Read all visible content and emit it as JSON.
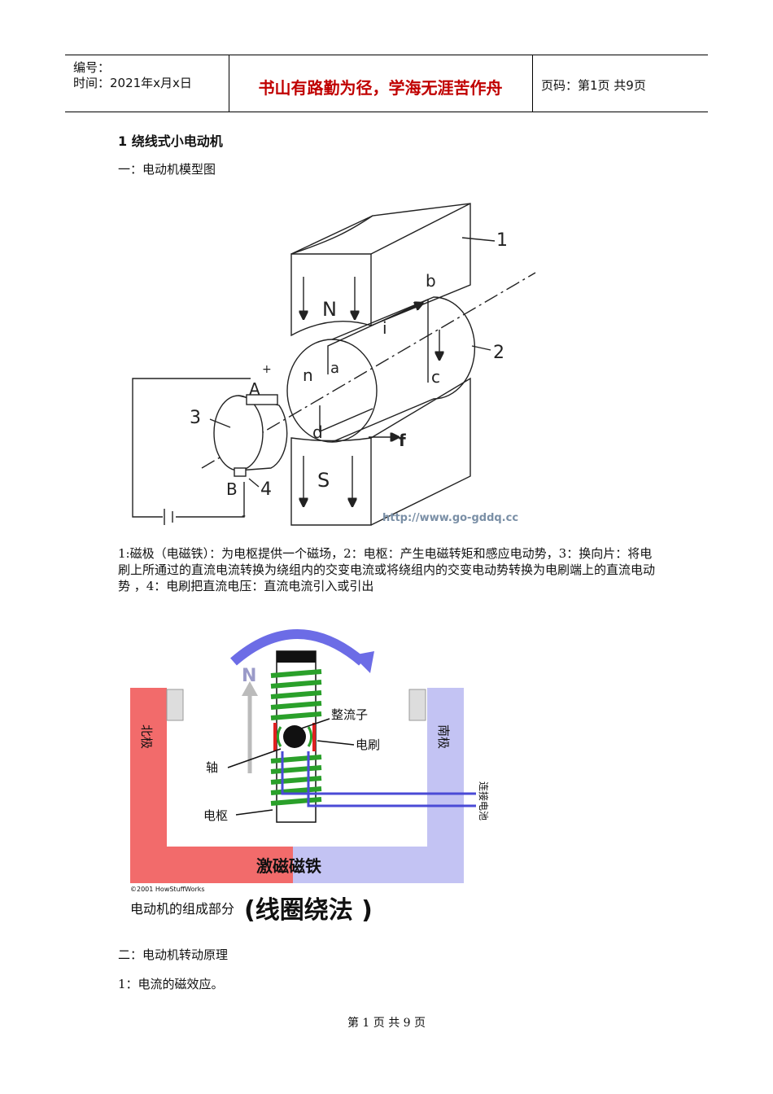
{
  "header": {
    "number_label": "编号：",
    "time_label": "时间：2021年x月x日",
    "motto": "书山有路勤为径，学海无涯苦作舟",
    "page_info": "页码：第1页  共9页"
  },
  "doc": {
    "title": "1 绕线式小电动机",
    "section1": "一：电动机模型图",
    "figure1_legend": "1:磁极（电磁铁）：为电枢提供一个磁场，2：电枢：产生电磁转矩和感应电动势，3：换向片：将电刷上所通过的直流电流转换为绕组内的交变电流或将绕组内的交变电动势转换为电刷端上的直流电动势   ，4：电刷把直流电压：直流电流引入或引出",
    "section2": "二：电动机转动原理",
    "item1": "1：电流的磁效应。",
    "footer": "第 1 页 共 9 页"
  },
  "figure1": {
    "labels": {
      "one": "1",
      "two": "2",
      "three": "3",
      "four": "4",
      "N": "N",
      "S": "S",
      "a": "a",
      "b": "b",
      "c": "c",
      "d": "d",
      "n": "n",
      "i": "i",
      "f": "f",
      "A": "A",
      "B": "B",
      "plus": "+",
      "minus": "-"
    },
    "watermark": "http://www.go-gddq.cc"
  },
  "figure2": {
    "north_pole": "北极",
    "south_pole": "南极",
    "N": "N",
    "commutator": "整流子",
    "brush": "电刷",
    "shaft": "轴",
    "armature": "电枢",
    "battery": "连接电池",
    "magnet": "激磁磁铁",
    "copyright": "©2001 HowStuffWorks",
    "caption": "电动机的组成部分",
    "caption_big": "(线圈绕法 )",
    "colors": {
      "north": "#f26b6b",
      "south": "#c3c3f3",
      "coil": "#2aa02a",
      "arrow": "#6c6ce6",
      "brush": "#e02020",
      "wire": "#4a4ad6"
    }
  }
}
